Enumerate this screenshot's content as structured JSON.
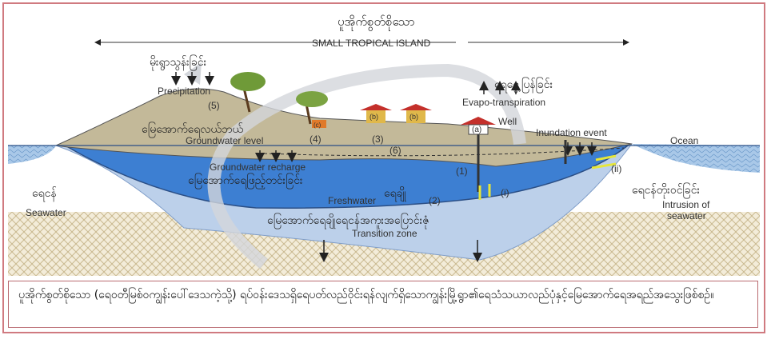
{
  "title_my": "ပူအိုက်စွတ်စိုသော",
  "title_en": "SMALL TROPICAL ISLAND",
  "labels": {
    "precipitation_my": "မိုးရွာသွန်းခြင်း",
    "precipitation": "Precipitation",
    "evapo_my": "ရေငွေ့ပြန်ခြင်း",
    "evapo": "Evapo-transpiration",
    "gw_level_my": "မြေအောက်ရေလယ်ဘယ်",
    "gw_level": "Groundwater level",
    "well": "Well",
    "inundation": "Inundation event",
    "ocean": "Ocean",
    "recharge": "Groundwater recharge",
    "recharge_my": "မြေအောက်ရေဖြည့်တင်းခြင်း",
    "fresh_my": "ရေချို",
    "fresh": "Freshwater",
    "sea_my": "ရေငန်",
    "sea": "Seawater",
    "intrusion_my": "ရေငန်တိုးဝင်ခြင်း",
    "intrusion_1": "Intrusion of",
    "intrusion_2": "seawater",
    "transition_my": "မြေအောက်ရေချိုရေငန်အကူးအပြောင်းဇုံ",
    "transition": "Transition zone"
  },
  "markers": {
    "m1": "(1)",
    "m2": "(2)",
    "m3": "(3)",
    "m4": "(4)",
    "m5": "(5)",
    "m6": "(6)",
    "a": "(a)",
    "b": "(b)",
    "c": "(c)",
    "i": "(i)",
    "ii": "(ii)"
  },
  "caption": "ပူအိုက်စွတ်စိုသော (ရေဝတီမြစ်ဝကျွန်းပေါ်ဒေသကဲ့သို့) ရပ်ဝန်းဒေသရှိရေပတ်လည်ဝိုင်းရန်လျက်ရှိသောကျွန်းမြို့ရွာ၏ရေသံသယာလည်ပုံနှင့်မြေအောက်ရေအရည်အသွေးဖြစ်စဉ်။"
}
